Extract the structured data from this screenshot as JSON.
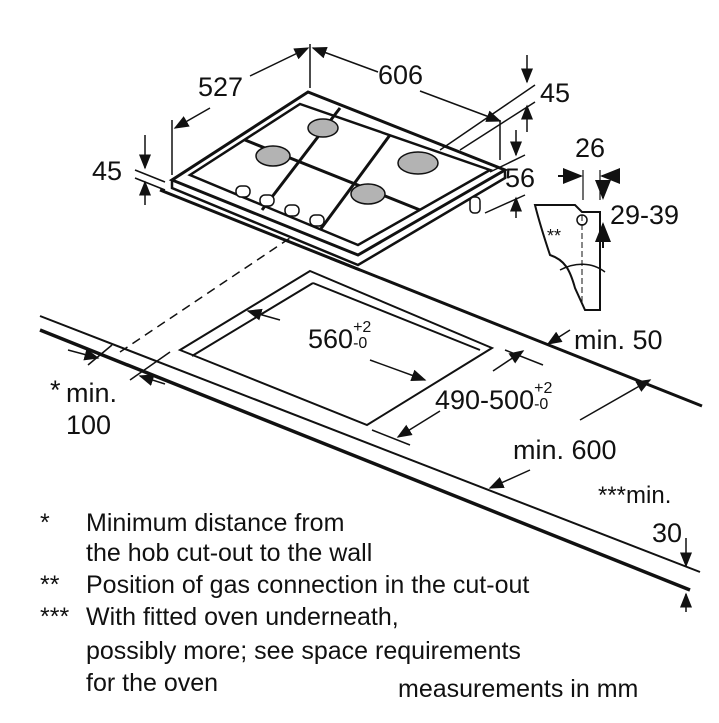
{
  "dimensions": {
    "depth": "527",
    "width": "606",
    "top_height": "45",
    "left_height": "45",
    "leg_height": "56",
    "conn_offset": "26",
    "conn_height": "29-39",
    "conn_mark": "**",
    "cutout_width": "560",
    "cutout_width_tol_plus": "+2",
    "cutout_width_tol_minus": "-0",
    "cutout_depth": "490-500",
    "cutout_depth_tol_plus": "+2",
    "cutout_depth_tol_minus": "-0",
    "min_back": "min. 50",
    "min_wall_star": "*",
    "min_wall_1": "min.",
    "min_wall_2": "100",
    "min_depth": "min. 600",
    "min_oven_1": "***min.",
    "min_oven_2": "30"
  },
  "notes": [
    {
      "mark": "*",
      "lines": [
        "Minimum distance from",
        "the hob cut-out to the wall"
      ]
    },
    {
      "mark": "**",
      "lines": [
        "Position of gas connection in the cut-out"
      ]
    },
    {
      "mark": "***",
      "lines": [
        "With fitted oven underneath,",
        "possibly more; see space requirements",
        "for the oven"
      ]
    }
  ],
  "units": "measurements in mm",
  "colors": {
    "line": "#111111",
    "burner": "#b3b3b3"
  }
}
